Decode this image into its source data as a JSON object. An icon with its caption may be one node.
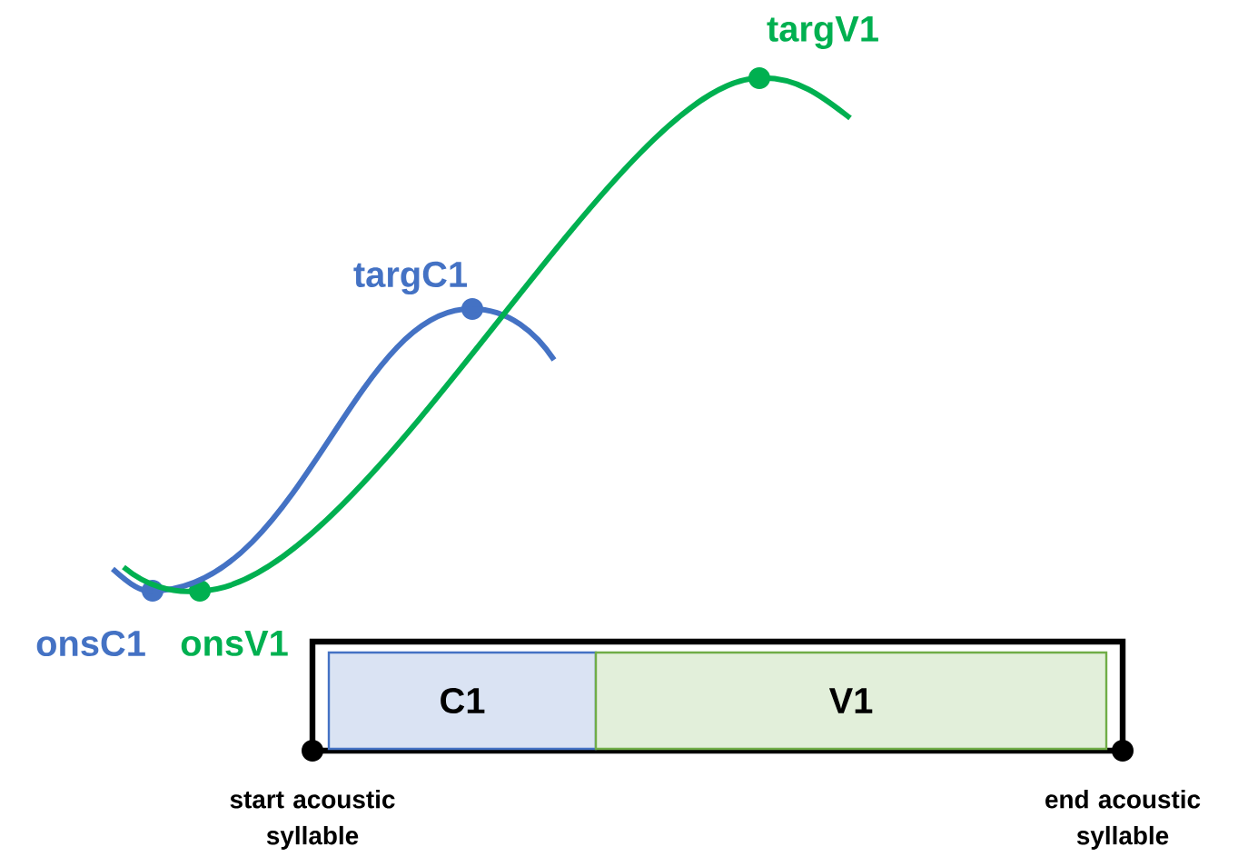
{
  "diagram": {
    "nodes": [
      {
        "text": [],
        "shape": "box"
      },
      {
        "text": [
          "C1"
        ],
        "in": 0
      },
      {
        "text": [
          "V1"
        ],
        "in": 0
      },
      {
        "text": [],
        "shape": "circle",
        "beside": [
          "start acoustic syllable"
        ]
      },
      {
        "text": [],
        "shape": "circle",
        "beside": [
          "end acoustic syllable"
        ]
      },
      {
        "text": [],
        "shape": "circle",
        "beside": [
          "onsC1"
        ]
      },
      {
        "text": [],
        "shape": "circle",
        "beside": [
          "onsV1"
        ]
      },
      {
        "text": [],
        "shape": "circle",
        "beside": [
          "targC1"
        ]
      },
      {
        "text": [],
        "shape": "circle",
        "beside": [
          "targV1"
        ]
      }
    ],
    "edges": [
      {
        "from": 5,
        "to": 7,
        "arrow": "none",
        "color": "#4472c4"
      },
      {
        "from": 6,
        "to": 8,
        "arrow": "none",
        "color": "#00b050"
      }
    ]
  }
}
